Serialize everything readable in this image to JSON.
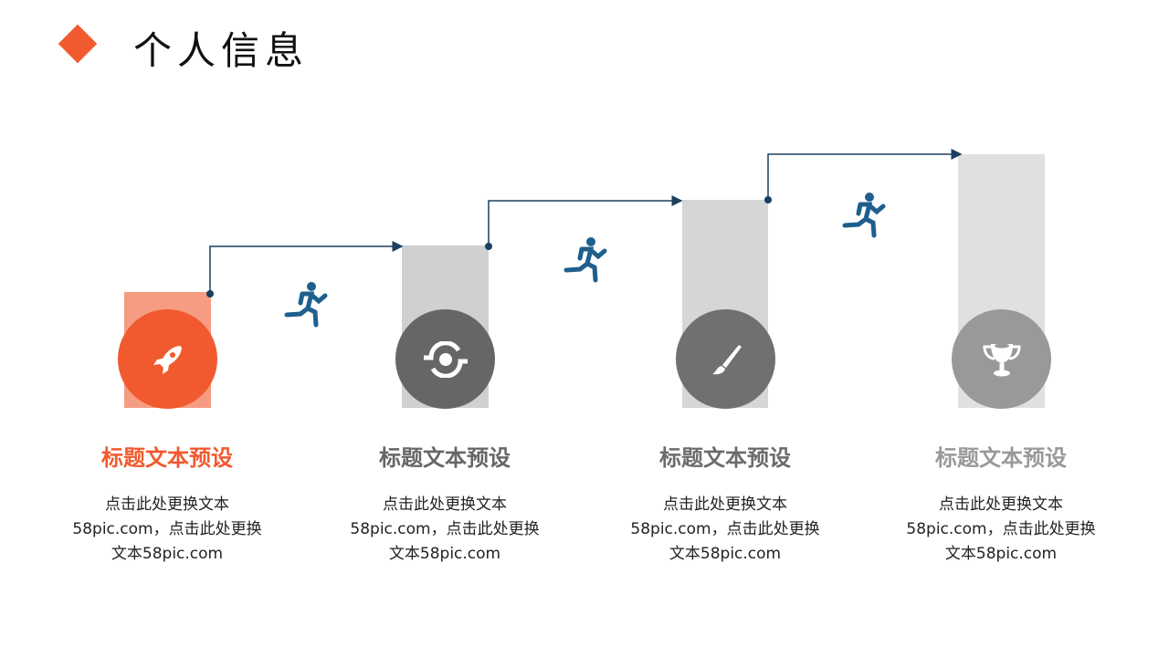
{
  "header": {
    "title": "个人信息"
  },
  "colors": {
    "accent": "#F15A2E",
    "line": "#1B3F5E",
    "runner": "#1E5F8E"
  },
  "steps": [
    {
      "icon": "rocket-icon",
      "title": "标题文本预设",
      "line1": "点击此处更换文本",
      "line2": "58pic.com，点击此处更换",
      "line3": "文本58pic.com"
    },
    {
      "icon": "sync-icon",
      "title": "标题文本预设",
      "line1": "点击此处更换文本",
      "line2": "58pic.com，点击此处更换",
      "line3": "文本58pic.com"
    },
    {
      "icon": "brush-icon",
      "title": "标题文本预设",
      "line1": "点击此处更换文本",
      "line2": "58pic.com，点击此处更换",
      "line3": "文本58pic.com"
    },
    {
      "icon": "trophy-icon",
      "title": "标题文本预设",
      "line1": "点击此处更换文本",
      "line2": "58pic.com，点击此处更换",
      "line3": "文本58pic.com"
    }
  ]
}
